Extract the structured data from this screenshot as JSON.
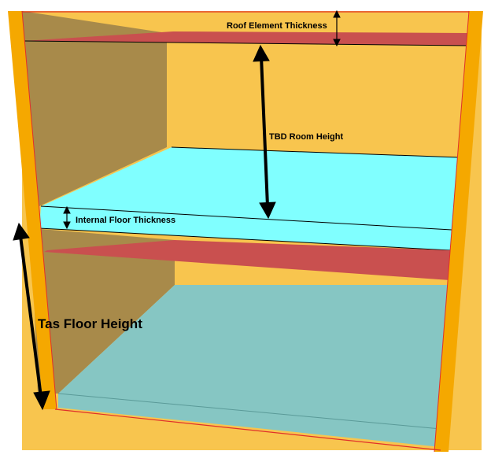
{
  "labels": {
    "roof_element_thickness": "Roof Element Thickness",
    "tbd_room_height": "TBD Room Height",
    "internal_floor_thickness": "Internal Floor Thickness",
    "tas_floor_height": "Tas Floor Height"
  },
  "colors": {
    "frame_orange": "#F5A800",
    "back_wall": "#F8C54E",
    "left_wall": "#A88A4A",
    "roof_slab": "#C9504F",
    "upper_floor": "#80FFFF",
    "lower_floor": "#86C6C3",
    "edge_red": "#E0302A"
  }
}
